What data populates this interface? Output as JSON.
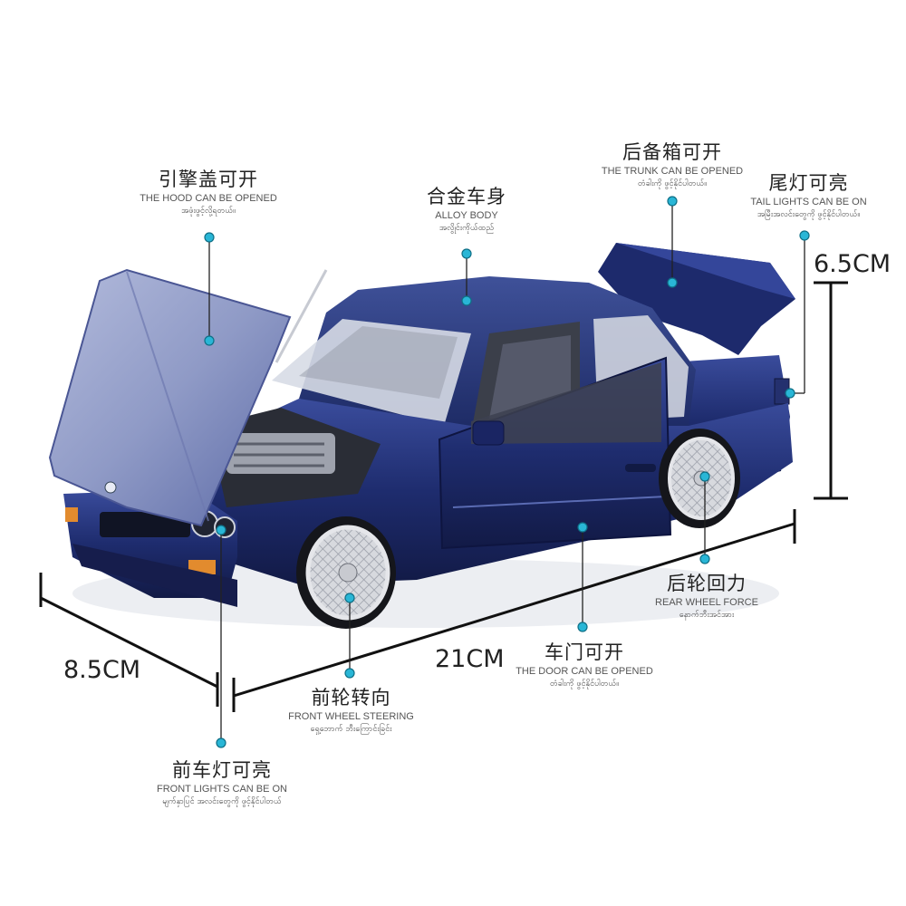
{
  "colors": {
    "callout_dot": "#29b6d6",
    "leader_line": "#222222",
    "car_body": "#1e2c6e",
    "hood_top": "#8f9ac6",
    "wheel_rim": "#d9dade"
  },
  "callouts": {
    "hood": {
      "zh": "引擎盖可开",
      "en": "THE HOOD CAN BE OPENED",
      "my": "အဖုံးဖွင့်လို့ရတယ်။"
    },
    "body": {
      "zh": "合金车身",
      "en": "ALLOY BODY",
      "my": "အလွိုင်းကိုယ်ထည်"
    },
    "trunk": {
      "zh": "后备箱可开",
      "en": "THE TRUNK CAN BE OPENED",
      "my": "တံခါးကို ဖွင့်နိုင်ပါတယ်။"
    },
    "tail": {
      "zh": "尾灯可亮",
      "en": "TAIL LIGHTS CAN BE ON",
      "my": "အမြီးအလင်းတွေကို ဖွင့်နိုင်ပါတယ်။"
    },
    "rear_wheel": {
      "zh": "后轮回力",
      "en": "REAR WHEEL FORCE",
      "my": "နောက်ဘီးအင်အား"
    },
    "door": {
      "zh": "车门可开",
      "en": "THE DOOR CAN BE OPENED",
      "my": "တံခါးကို ဖွင့်နိုင်ပါတယ်။"
    },
    "front_wheel": {
      "zh": "前轮转向",
      "en": "FRONT WHEEL STEERING",
      "my": "ရှေ့ဘောက် ဘီးကြောင်းခြင်း"
    },
    "front_lights": {
      "zh": "前车灯可亮",
      "en": "FRONT LIGHTS CAN BE ON",
      "my": "မျက်နှာပြင် အလင်းတွေကို ဖွင့်နိုင်ပါတယ်"
    }
  },
  "dimensions": {
    "height": "6.5CM",
    "width": "8.5CM",
    "length": "21CM"
  }
}
